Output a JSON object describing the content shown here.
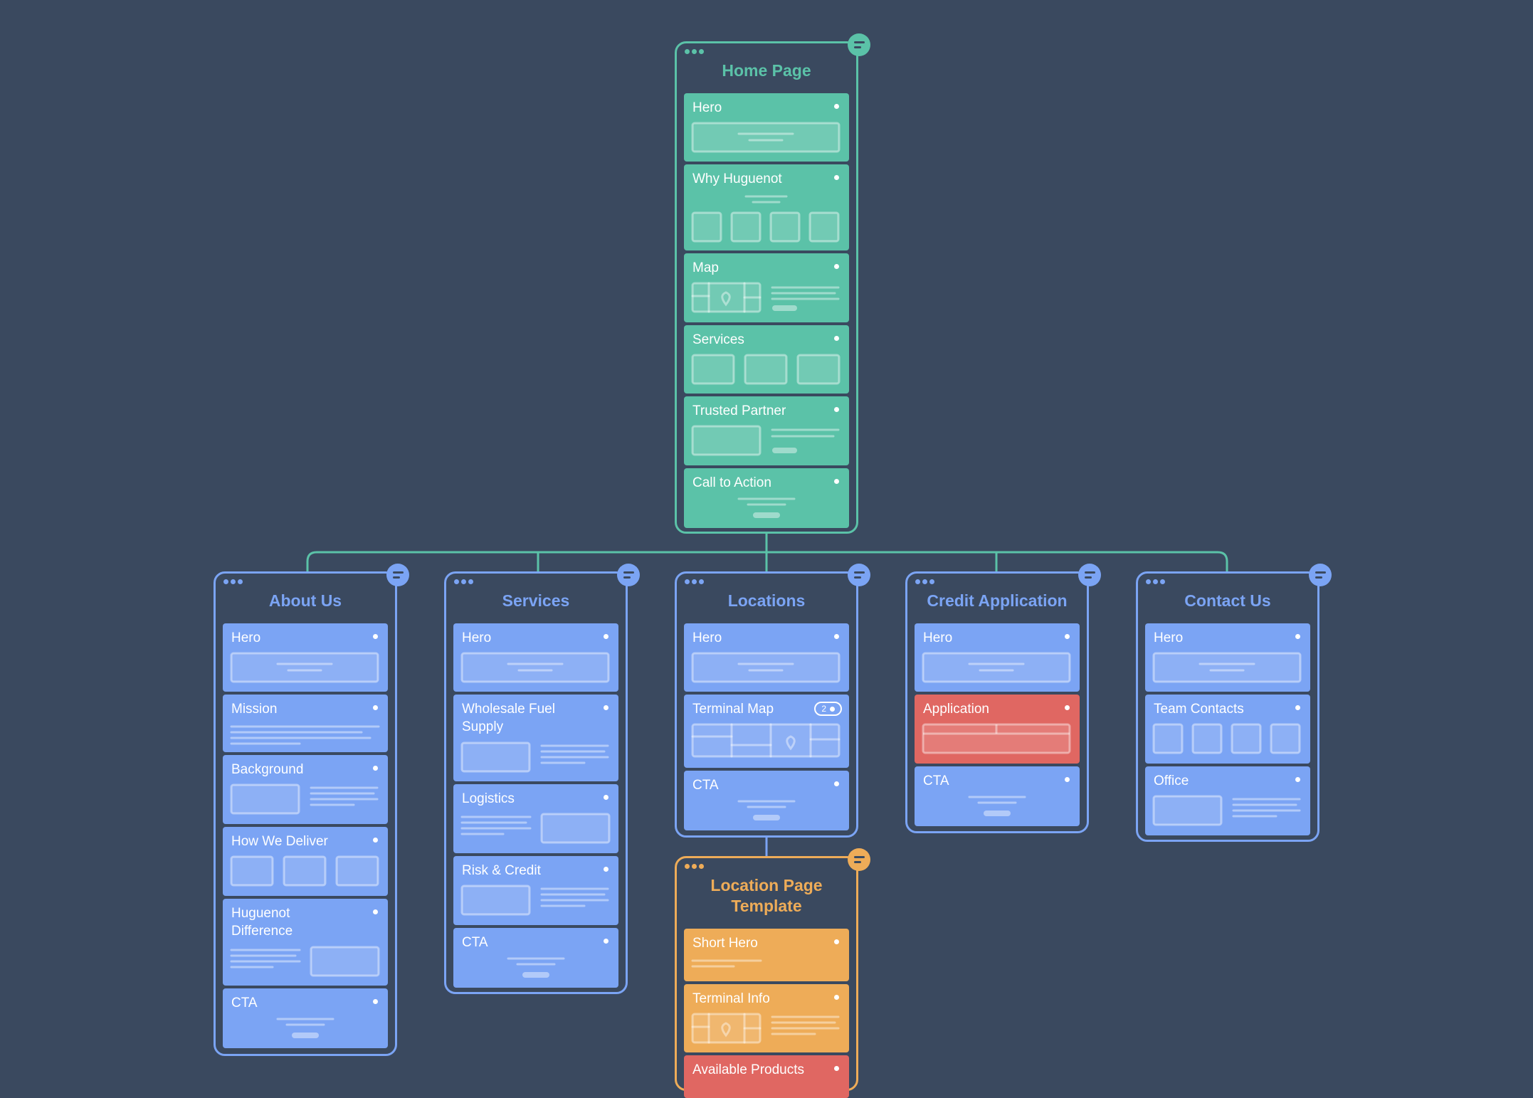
{
  "pages": {
    "home": {
      "title": "Home Page",
      "sections": [
        {
          "label": "Hero"
        },
        {
          "label": "Why Huguenot"
        },
        {
          "label": "Map"
        },
        {
          "label": "Services"
        },
        {
          "label": "Trusted Partner"
        },
        {
          "label": "Call to Action"
        }
      ]
    },
    "about": {
      "title": "About Us",
      "sections": [
        {
          "label": "Hero"
        },
        {
          "label": "Mission"
        },
        {
          "label": "Background"
        },
        {
          "label": "How We Deliver"
        },
        {
          "label": "Huguenot\nDifference"
        },
        {
          "label": "CTA"
        }
      ]
    },
    "services": {
      "title": "Services",
      "sections": [
        {
          "label": "Hero"
        },
        {
          "label": "Wholesale Fuel\nSupply"
        },
        {
          "label": "Logistics"
        },
        {
          "label": "Risk & Credit"
        },
        {
          "label": "CTA"
        }
      ]
    },
    "locations": {
      "title": "Locations",
      "sections": [
        {
          "label": "Hero"
        },
        {
          "label": "Terminal Map",
          "badge": "2"
        },
        {
          "label": "CTA"
        }
      ]
    },
    "credit": {
      "title": "Credit Application",
      "sections": [
        {
          "label": "Hero"
        },
        {
          "label": "Application"
        },
        {
          "label": "CTA"
        }
      ]
    },
    "contact": {
      "title": "Contact Us",
      "sections": [
        {
          "label": "Hero"
        },
        {
          "label": "Team Contacts"
        },
        {
          "label": "Office"
        }
      ]
    },
    "template": {
      "title": "Location Page\nTemplate",
      "sections": [
        {
          "label": "Short Hero"
        },
        {
          "label": "Terminal Info"
        },
        {
          "label": "Available Products"
        }
      ]
    }
  },
  "colors": {
    "background": "#3a495f",
    "teal": "#5bc2a8",
    "blue": "#7ba4f4",
    "orange": "#eeac58",
    "red": "#e06762"
  }
}
